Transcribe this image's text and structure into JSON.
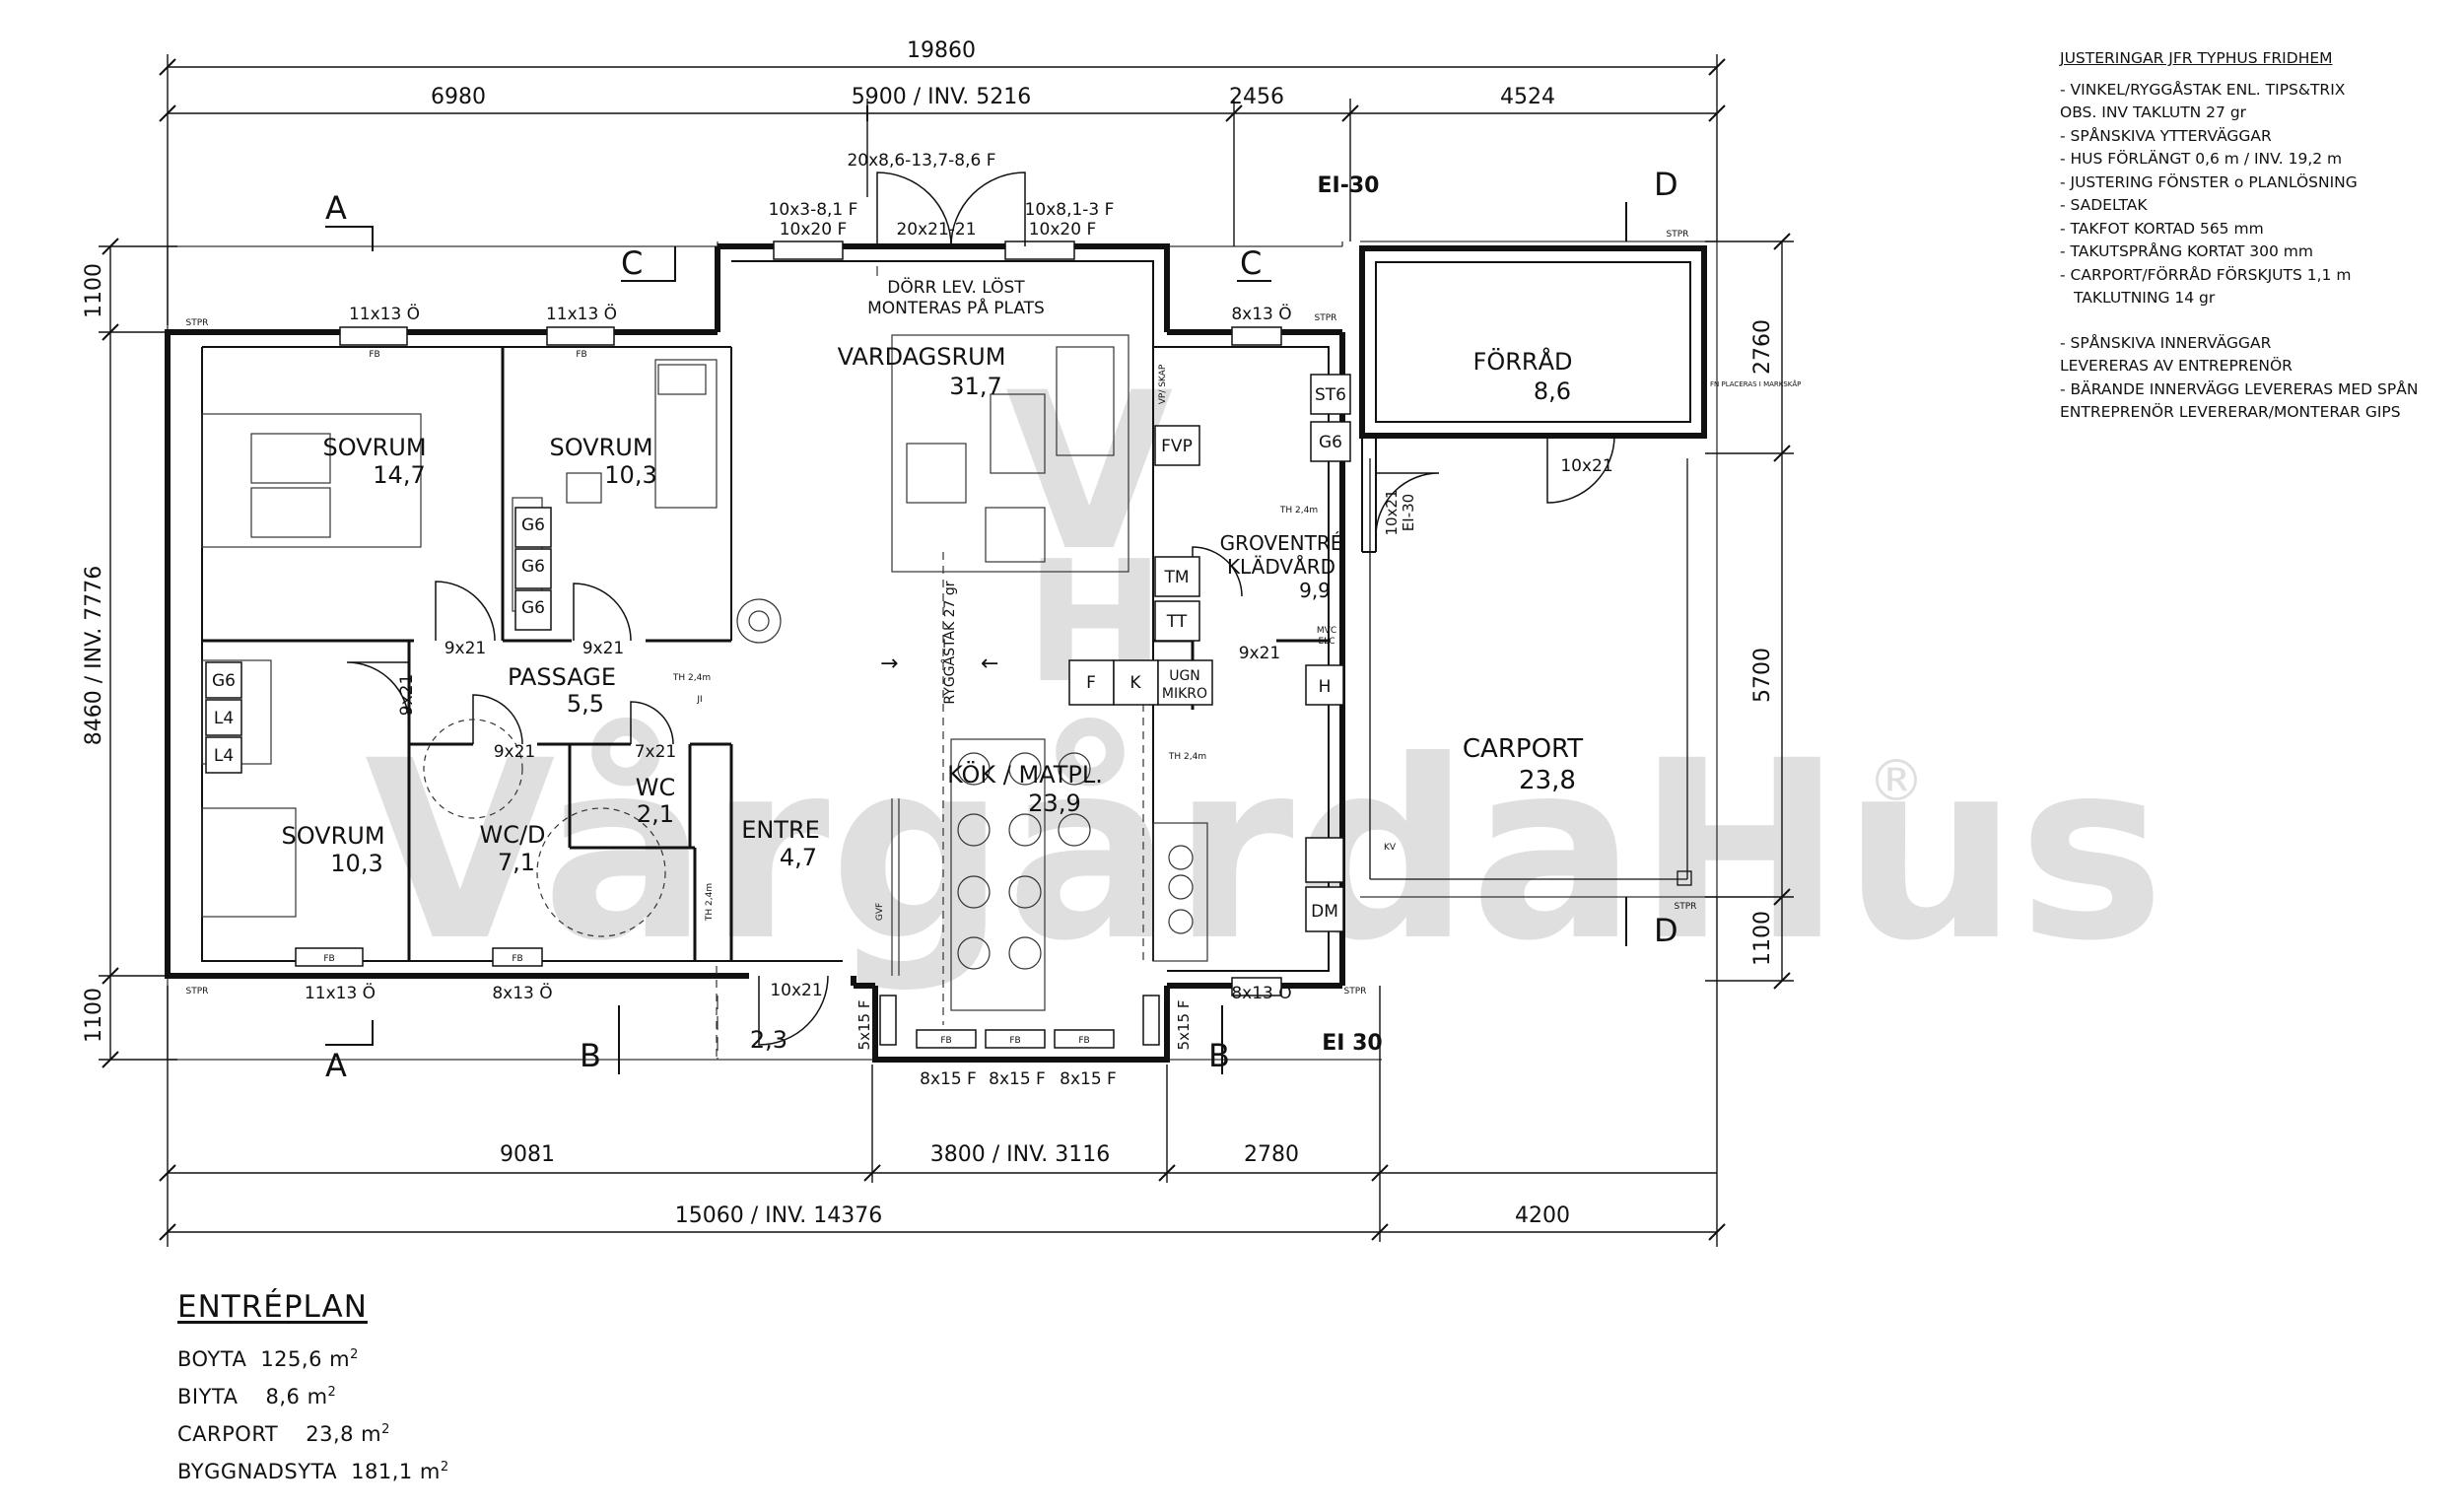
{
  "dims": {
    "top_total": "19860",
    "top_1": "6980",
    "top_2": "5900 / INV. 5216",
    "top_3": "2456",
    "top_4": "4524",
    "bottom_1": "9081",
    "bottom_2": "3800 / INV. 3116",
    "bottom_3": "2780",
    "bottom_total_house": "15060 / INV. 14376",
    "bottom_total_carport": "4200",
    "left_top": "1100",
    "left_mid": "8460 / INV. 7776",
    "left_bottom": "1100",
    "right_1": "2760",
    "right_2": "5700",
    "right_3": "1100"
  },
  "sections": {
    "a_top": "A",
    "a_bottom": "A",
    "b_left": "B",
    "b_right": "B",
    "c_left": "C",
    "c_right": "C",
    "d_top": "D",
    "d_bottom": "D"
  },
  "rooms": {
    "sovrum1_name": "SOVRUM",
    "sovrum1_area": "14,7",
    "sovrum2_name": "SOVRUM",
    "sovrum2_area": "10,3",
    "sovrum3_name": "SOVRUM",
    "sovrum3_area": "10,3",
    "vardagsrum_name": "VARDAGSRUM",
    "vardagsrum_area": "31,7",
    "kok_name": "KÖK / MATPL.",
    "kok_area": "23,9",
    "passage_name": "PASSAGE",
    "passage_area": "5,5",
    "wc_name": "WC",
    "wc_area": "2,1",
    "wcd_name": "WC/D",
    "wcd_area": "7,1",
    "entre_name": "ENTRE",
    "entre_area": "4,7",
    "groventre_name": "GROVENTRÉ",
    "groventre_name2": "KLÄDVÅRD",
    "groventre_area": "9,9",
    "forrad_name": "FÖRRÅD",
    "forrad_area": "8,6",
    "carport_name": "CARPORT",
    "carport_area": "23,8",
    "outside_area": "2,3"
  },
  "windows": {
    "w1": "11x13 Ö",
    "w2": "11x13 Ö",
    "w3": "10x3-8,1 F",
    "w3b": "10x20 F",
    "w4": "20x8,6-13,7-8,6 F",
    "w4b": "20x21-21",
    "w5": "10x8,1-3 F",
    "w5b": "10x20 F",
    "w6": "8x13 Ö",
    "w7": "11x13 Ö",
    "w8": "8x13 Ö",
    "w9": "8x13 Ö",
    "w10": "8x15 F",
    "w11": "8x15 F",
    "w12": "8x15 F",
    "w13": "5x15 F",
    "w14": "5x15 F"
  },
  "doors": {
    "d1": "9x21",
    "d2": "9x21",
    "d3": "9x21",
    "d4": "9x21",
    "d5": "7x21",
    "d6": "10x21",
    "d7": "9x21",
    "d8": "10x21",
    "d9": "10x21",
    "d9b": "EI-30"
  },
  "fixtures": {
    "g6": "G6",
    "l4": "L4",
    "st6": "ST6",
    "fvp": "FVP",
    "tm": "TM",
    "tt": "TT",
    "f": "F",
    "k": "K",
    "ugn": "UGN",
    "mikro": "MIKRO",
    "h": "H",
    "dm": "DM",
    "fb": "FB",
    "stpr": "STPR",
    "th": "TH 2,4m",
    "vp": "VP/ SKAP",
    "gvf": "GVF",
    "kv": "KV",
    "mvc": "MVC",
    "elc": "ELC",
    "ji": "JI"
  },
  "labels": {
    "dorr_note1": "DÖRR LEV. LÖST",
    "dorr_note2": "MONTERAS PÅ PLATS",
    "ryggastak": "RYGGÅSTAK 27 gr",
    "ei30_top": "EI-30",
    "ei30_bottom": "EI 30",
    "fn_note": "FN PLACERAS I MARKSKÅP"
  },
  "notes": {
    "title": "JUSTERINGAR JFR TYPHUS FRIDHEM",
    "items": [
      "- VINKEL/RYGGÅSTAK ENL. TIPS&TRIX",
      "OBS. INV TAKLUTN 27 gr",
      "- SPÅNSKIVA YTTERVÄGGAR",
      "- HUS FÖRLÄNGT 0,6 m / INV. 19,2 m",
      "- JUSTERING FÖNSTER o PLANLÖSNING",
      "- SADELTAK",
      "- TAKFOT KORTAD 565 mm",
      "- TAKUTSPRÅNG KORTAT 300 mm",
      "- CARPORT/FÖRRÅD FÖRSKJUTS 1,1 m",
      "  TAKLUTNING 14 gr"
    ],
    "items2": [
      "- SPÅNSKIVA INNERVÄGGAR",
      "LEVERERAS AV ENTREPRENÖR",
      "- BÄRANDE INNERVÄGG LEVERERAS MED SPÅN",
      "ENTREPRENÖR LEVERERAR/MONTERAR GIPS"
    ]
  },
  "summary": {
    "title": "ENTRÉPLAN",
    "boyta_label": "BOYTA",
    "boyta_value": "125,6 m",
    "biyta_label": "BIYTA",
    "biyta_value": "8,6 m",
    "carport_label": "CARPORT",
    "carport_value": "23,8 m",
    "byggnadsyta_label": "BYGGNADSYTA",
    "byggnadsyta_value": "181,1 m",
    "unit_sup": "2"
  },
  "watermark": {
    "text": "VårgårdaHus",
    "mark": "®"
  }
}
